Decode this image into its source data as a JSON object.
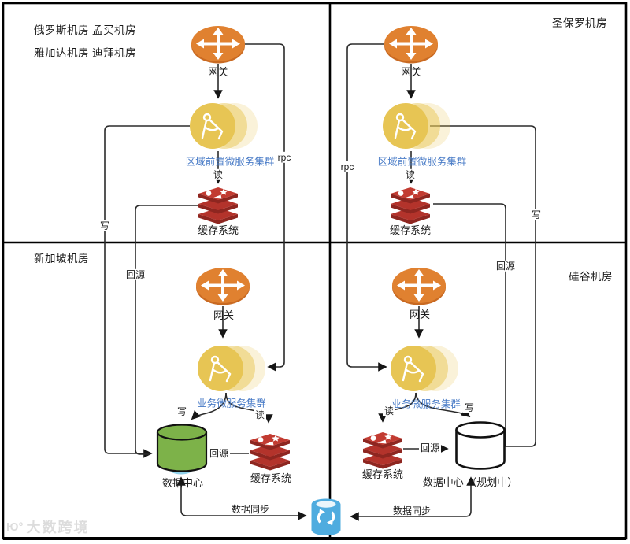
{
  "diagram": {
    "regions": {
      "top_left_rooms": [
        "俄罗斯机房",
        "孟买机房",
        "雅加达机房",
        "迪拜机房"
      ],
      "top_right_room": "圣保罗机房",
      "bottom_left_room": "新加坡机房",
      "bottom_right_room": "硅谷机房"
    },
    "node_labels": {
      "gateway": "网关",
      "regional_cluster": "区域前置微服务集群",
      "business_cluster": "业务微服务集群",
      "cache": "缓存系统",
      "datacenter": "数据中心",
      "datacenter_planned": "数据中心 （规划中）"
    },
    "edge_labels": {
      "read": "读",
      "write": "写",
      "rpc": "rpc",
      "back_to_source": "回源",
      "data_sync": "数据同步"
    },
    "watermark": {
      "logo": "Ю°",
      "text": "大数跨境"
    },
    "colors": {
      "gateway_orange": "#E08130",
      "cluster_yellow": "#E7C554",
      "redis_red": "#BE3A2F",
      "datacenter_green": "#7DB249",
      "sync_blue": "#4FACDF",
      "cluster_label_blue": "#4A7CC7",
      "line": "#2b2b2b"
    }
  }
}
